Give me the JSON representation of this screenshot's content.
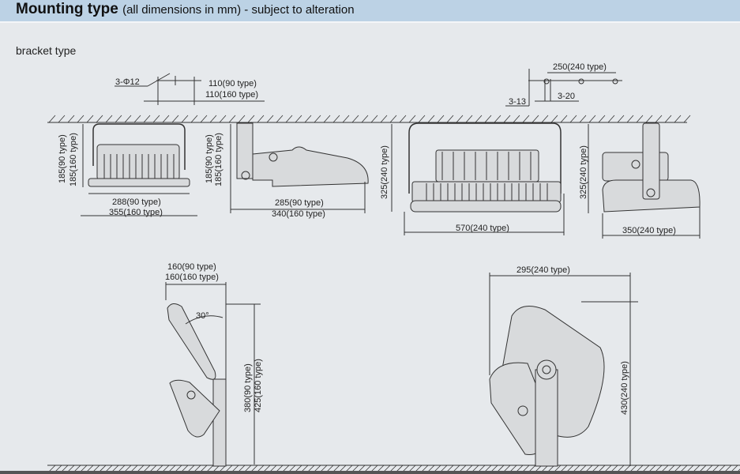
{
  "header": {
    "title_bold": "Mounting type",
    "title_rest": "(all dimensions in mm) - subject to alteration"
  },
  "section_label": "bracket type",
  "dims": {
    "holes_a": "3-Φ12",
    "d110_90": "110(90 type)",
    "d110_160": "110(160 type)",
    "h185_90": "185(90 type)",
    "h185_160": "185(160 type)",
    "w288": "288(90 type)",
    "w355": "355(160 type)",
    "h185_90b": "185(90 type)",
    "h185_160b": "185(160 type)",
    "w285": "285(90 type)",
    "w340": "340(160 type)",
    "d250": "250(240 type)",
    "holes_b": "3-13",
    "holes_c": "3-20",
    "h325a": "325(240 type)",
    "w570": "570(240 type)",
    "h325b": "325(240 type)",
    "w350": "350(240 type)",
    "w160_90": "160(90 type)",
    "w160_160": "160(160 type)",
    "angle": "30°",
    "h380": "380(90 type)",
    "h425": "425(160 type)",
    "w295": "295(240 type)",
    "h430": "430(240 type)"
  }
}
